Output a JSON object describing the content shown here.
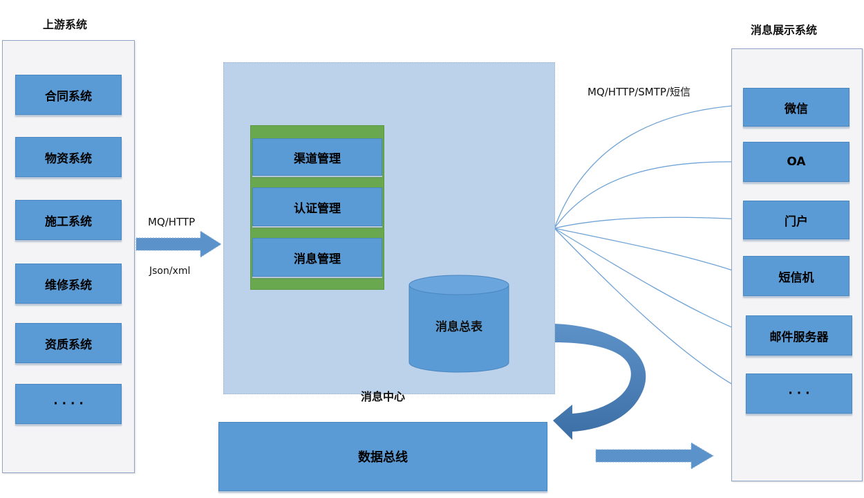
{
  "upstream": {
    "title": "上游系统",
    "items": [
      "合同系统",
      "物资系统",
      "施工系统",
      "维修系统",
      "资质系统",
      "· · · ·"
    ]
  },
  "input_arrow": {
    "top_label": "MQ/HTTP",
    "bottom_label": "Json/xml"
  },
  "message_center": {
    "title": "消息中心",
    "modules": [
      "渠道管理",
      "认证管理",
      "消息管理"
    ],
    "table": "消息总表"
  },
  "data_bus": {
    "label": "数据总线"
  },
  "output": {
    "protocol_label": "MQ/HTTP/SMTP/短信",
    "title": "消息展示系统",
    "items": [
      "微信",
      "OA",
      "门户",
      "短信机",
      "邮件服务器",
      "· · ·"
    ]
  },
  "colors": {
    "box_blue": "#5b9bd5",
    "center_bg": "#bcd1ea",
    "green_bar": "#6aa84f",
    "arrow_blue": "#4a7fb5",
    "line_blue": "#5b9bd5"
  }
}
